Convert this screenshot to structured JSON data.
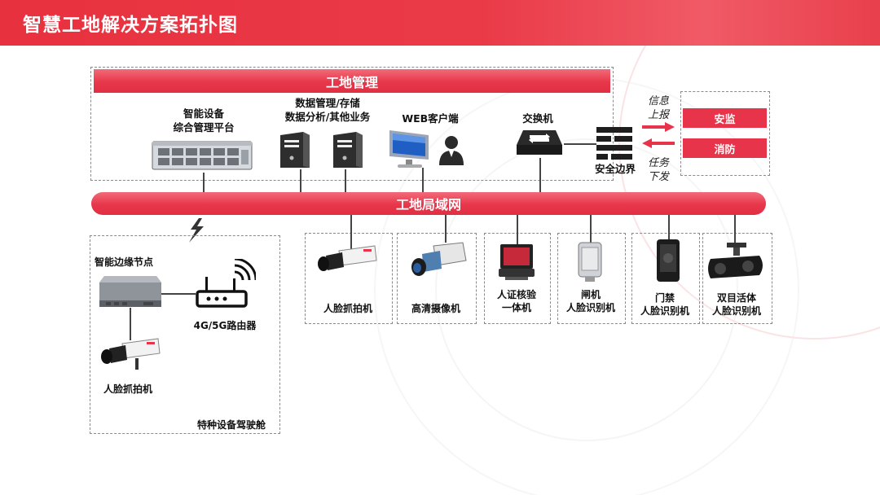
{
  "header": {
    "title": "智慧工地解决方案拓扑图"
  },
  "site_management": {
    "title": "工地管理",
    "server_label_1": "智能设备",
    "server_label_2": "综合管理平台",
    "data_label_1": "数据管理/存储",
    "data_label_2": "数据分析/其他业务",
    "web_label": "WEB客户端",
    "switch_label": "交换机",
    "firewall_label": "安全边界"
  },
  "flow": {
    "up_1": "信息",
    "up_2": "上报",
    "down_1": "任务",
    "down_2": "下发"
  },
  "external": {
    "supervision": "安监",
    "fire": "消防"
  },
  "lan": {
    "title": "工地局域网"
  },
  "cabin": {
    "edge_label": "智能边缘节点",
    "router_label": "4G/5G路由器",
    "camera_label": "人脸抓拍机",
    "title": "特种设备驾驶舱"
  },
  "devices": [
    {
      "label_1": "人脸抓拍机",
      "label_2": ""
    },
    {
      "label_1": "高清摄像机",
      "label_2": ""
    },
    {
      "label_1": "人证核验",
      "label_2": "一体机"
    },
    {
      "label_1": "闸机",
      "label_2": "人脸识别机"
    },
    {
      "label_1": "门禁",
      "label_2": "人脸识别机"
    },
    {
      "label_1": "双目活体",
      "label_2": "人脸识别机"
    }
  ],
  "colors": {
    "accent": "#e8344a",
    "line": "#444444"
  }
}
